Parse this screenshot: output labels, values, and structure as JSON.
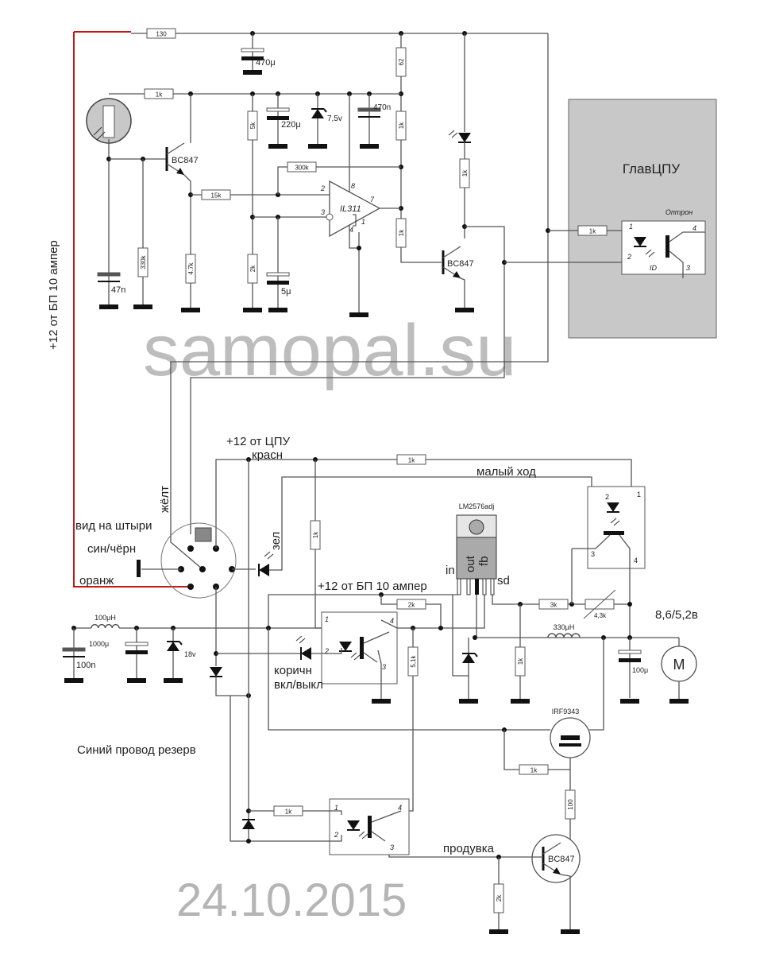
{
  "watermark": "samopal.su",
  "date": "24.10.2015",
  "colors": {
    "wire": "#555555",
    "power_wire": "#c01818",
    "cpu_box": "#c8c8c8",
    "watermark": "#bdbdbd"
  },
  "cpu_block": {
    "title": "ГлавЦПУ",
    "optron": "Оптрон",
    "id": "ID"
  },
  "annotations": {
    "psu_supply_vertical": "+12 от БП 10 ампер",
    "cpu_supply": "+12 от ЦПУ",
    "red_wire": "красн",
    "yellow_wire": "жёлт",
    "pin_view": "вид на штыри",
    "blue_black": "син/чёрн",
    "orange": "оранж",
    "green": "зел",
    "low_speed": "малый ход",
    "psu_supply": "+12 от БП 10 ампер",
    "brown": "коричн",
    "on_off": "вкл/выкл",
    "output_voltage": "8,6/5,2в",
    "blue_reserve": "Синий провод резерв",
    "purge": "продувка"
  },
  "components": {
    "r130": "130",
    "c470u": "470μ",
    "r62": "62",
    "r1k_a": "1k",
    "r5k": "5k",
    "c220u": "220μ",
    "z75": "7,5v",
    "c470n": "470n",
    "r1k_b": "1k",
    "q1": "BC847",
    "r300k": "300k",
    "r15k": "15k",
    "u_op": "IL311",
    "r1k_c": "1k",
    "r1k_d": "1k",
    "q2": "BC847",
    "c47n": "47n",
    "r330k": "330k",
    "r47k": "4.7k",
    "r2k_a": "2k",
    "c5u": "5μ",
    "r1k_e": "1k",
    "r1k_f": "1k",
    "r1k_g": "1k",
    "u_reg": "LM2576adj",
    "r2k_b": "2k",
    "r51k": "5,1k",
    "l100u": "100μH",
    "c1000u": "1000μ",
    "z18": "18v",
    "c100n": "100n",
    "r3k": "3k",
    "rv43k": "4,3k",
    "l330u": "330μH",
    "r1k_h": "1k",
    "c100u": "100μ",
    "motor": "M",
    "q_fet": "IRF9343",
    "r1k_i": "1k",
    "r100": "100",
    "r1k_j": "1k",
    "r2k_c": "2k",
    "q3": "BC847"
  },
  "regulator_pins": {
    "in": "in",
    "out": "out",
    "fb": "fb",
    "sd": "sd"
  },
  "pins": {
    "p1": "1",
    "p2": "2",
    "p3": "3",
    "p4": "4",
    "p7": "7",
    "p8": "8"
  }
}
